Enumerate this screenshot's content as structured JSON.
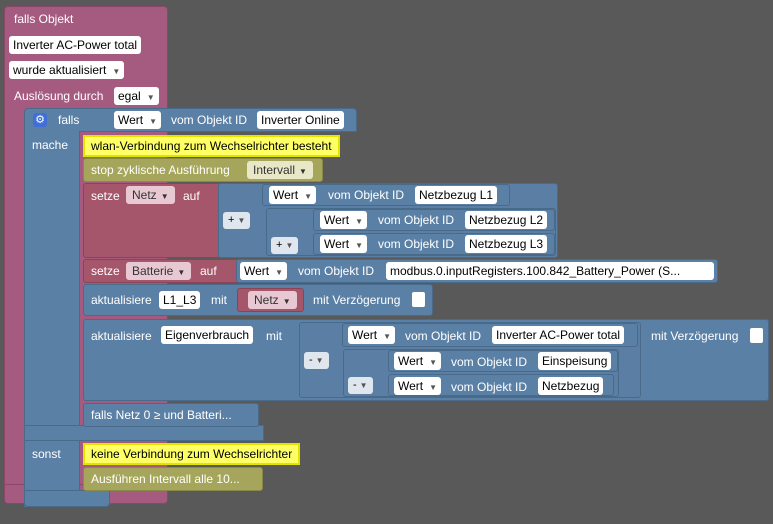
{
  "trigger": {
    "header": "falls Objekt",
    "object_name": "Inverter AC-Power total",
    "event": "wurde aktualisiert",
    "trigger_label": "Auslösung durch",
    "trigger_value": "egal"
  },
  "if_block": {
    "falls": "falls",
    "mache": "mache",
    "sonst": "sonst",
    "cond_wert": "Wert",
    "vom_objekt_id": "vom Objekt ID",
    "cond_object": "Inverter Online"
  },
  "do": {
    "comment_connected": "wlan-Verbindung zum Wechselrichter besteht",
    "stop_label": "stop zyklische Ausführung",
    "stop_value": "Intervall",
    "setze": "setze",
    "auf": "auf",
    "var_netz": "Netz",
    "var_batterie": "Batterie",
    "plus": "+",
    "minus": "-",
    "wert": "Wert",
    "obj_l1": "Netzbezug L1",
    "obj_l2": "Netzbezug L2",
    "obj_l3": "Netzbezug L3",
    "obj_battery": "modbus.0.inputRegisters.100.842_Battery_Power (S...",
    "aktualisiere": "aktualisiere",
    "mit": "mit",
    "target_l1l3": "L1_L3",
    "val_netz": "Netz",
    "mit_verzoegerung": "mit Verzögerung",
    "target_eigen": "Eigenverbrauch",
    "obj_inverter_total": "Inverter AC-Power total",
    "obj_einspeisung": "Einspeisung",
    "obj_netzbezug": "Netzbezug",
    "collapsed_if": "falls Netz 0 ≥ und Batteri..."
  },
  "else": {
    "comment_disconnected": "keine Verbindung zum Wechselrichter",
    "collapsed_interval": "Ausführen Intervall alle 10..."
  }
}
